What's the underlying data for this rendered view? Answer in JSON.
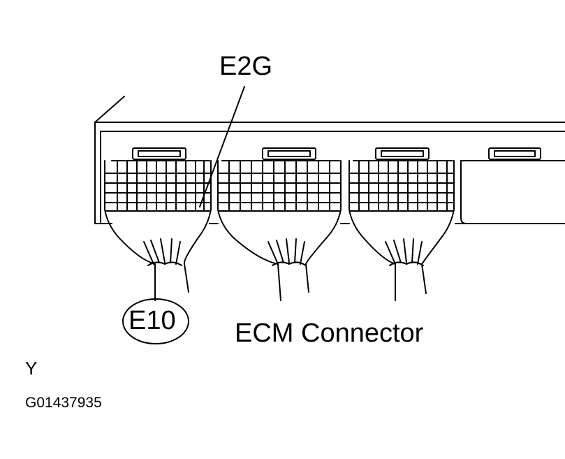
{
  "diagram": {
    "callout_label": "E2G",
    "connector_id": "E10",
    "caption": "ECM Connector",
    "corner_letter": "Y",
    "figure_code": "G01437935"
  },
  "colors": {
    "ink": "#000000",
    "paper": "#ffffff"
  }
}
